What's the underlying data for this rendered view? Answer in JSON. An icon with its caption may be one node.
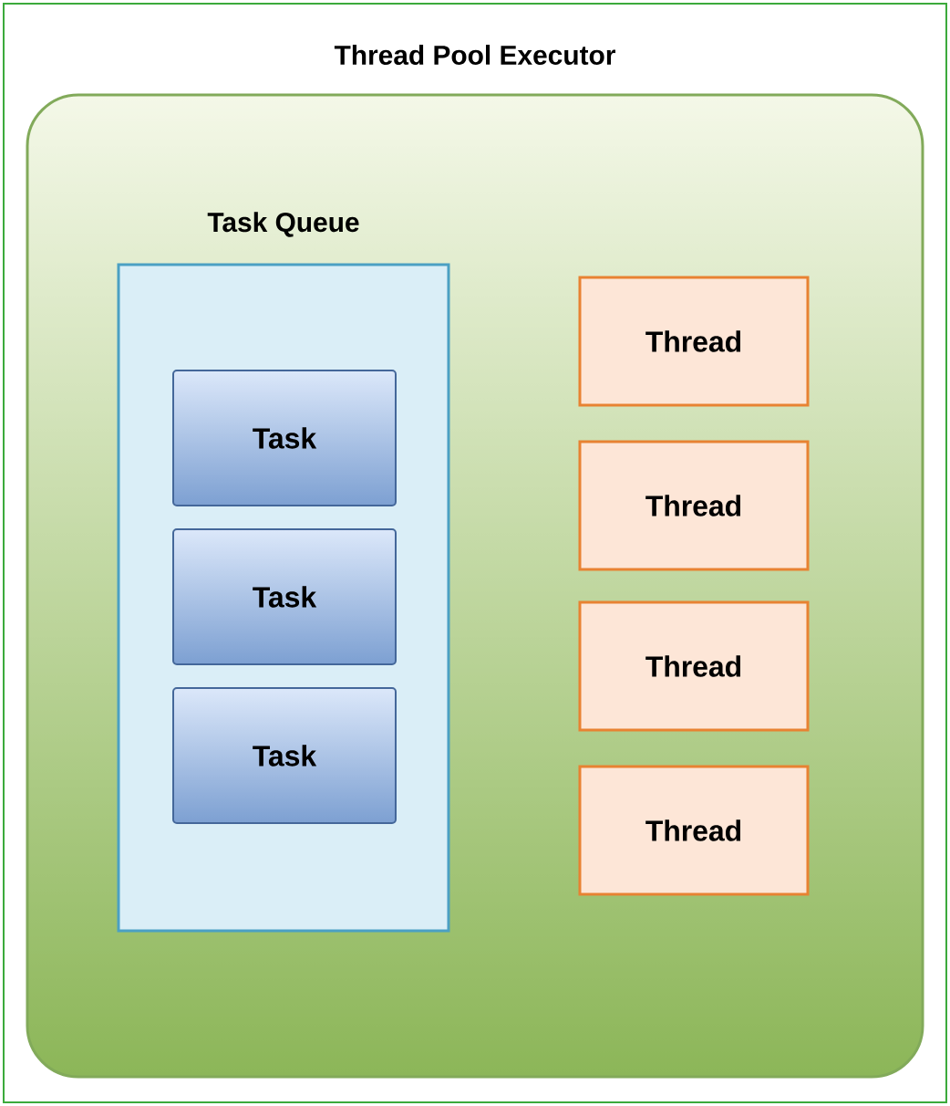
{
  "diagram": {
    "nodes": [
      {
        "text": [
          "Thread Pool Executor"
        ]
      },
      {
        "text": [
          "Task Queue"
        ],
        "in": 0
      },
      {
        "text": [
          "Task"
        ],
        "in": 1
      },
      {
        "text": [
          "Task"
        ],
        "in": 1
      },
      {
        "text": [
          "Task"
        ],
        "in": 1
      },
      {
        "text": [
          "Thread"
        ],
        "in": 0
      },
      {
        "text": [
          "Thread"
        ],
        "in": 0
      },
      {
        "text": [
          "Thread"
        ],
        "in": 0
      },
      {
        "text": [
          "Thread"
        ],
        "in": 0
      }
    ]
  }
}
